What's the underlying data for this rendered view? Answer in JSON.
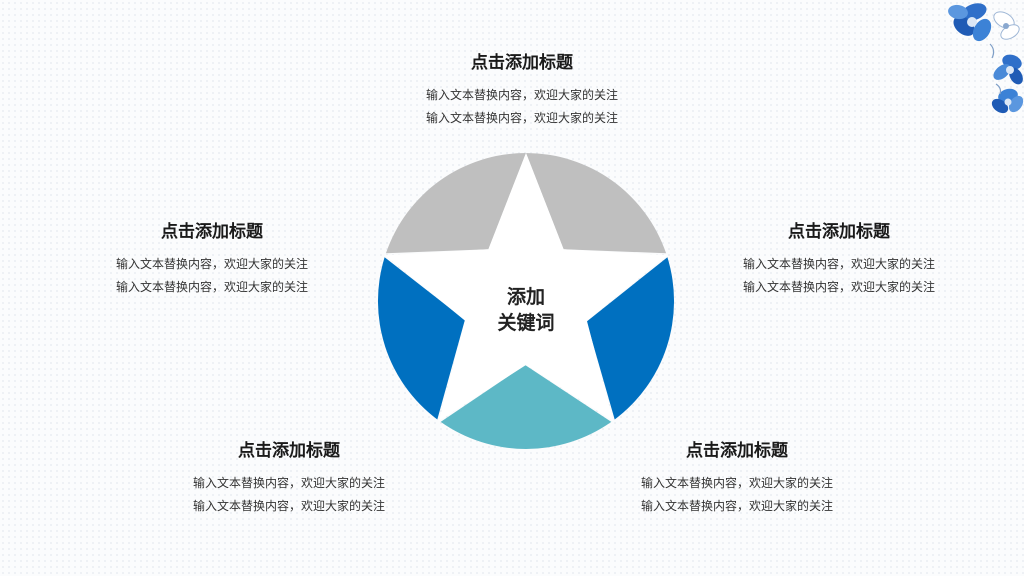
{
  "center": {
    "line1": "添加",
    "line2": "关键词"
  },
  "blocks": [
    {
      "title": "点击添加标题",
      "line1": "输入文本替换内容，欢迎大家的关注",
      "line2": "输入文本替换内容，欢迎大家的关注"
    },
    {
      "title": "点击添加标题",
      "line1": "输入文本替换内容，欢迎大家的关注",
      "line2": "输入文本替换内容，欢迎大家的关注"
    },
    {
      "title": "点击添加标题",
      "line1": "输入文本替换内容，欢迎大家的关注",
      "line2": "输入文本替换内容，欢迎大家的关注"
    },
    {
      "title": "点击添加标题",
      "line1": "输入文本替换内容，欢迎大家的关注",
      "line2": "输入文本替换内容，欢迎大家的关注"
    },
    {
      "title": "点击添加标题",
      "line1": "输入文本替换内容，欢迎大家的关注",
      "line2": "输入文本替换内容，欢迎大家的关注"
    }
  ],
  "colors": {
    "gray": "#bfbfbf",
    "blue": "#0070c0",
    "teal": "#5db8c6",
    "star": "#ffffff"
  },
  "decoration": "blue-flowers-corner"
}
